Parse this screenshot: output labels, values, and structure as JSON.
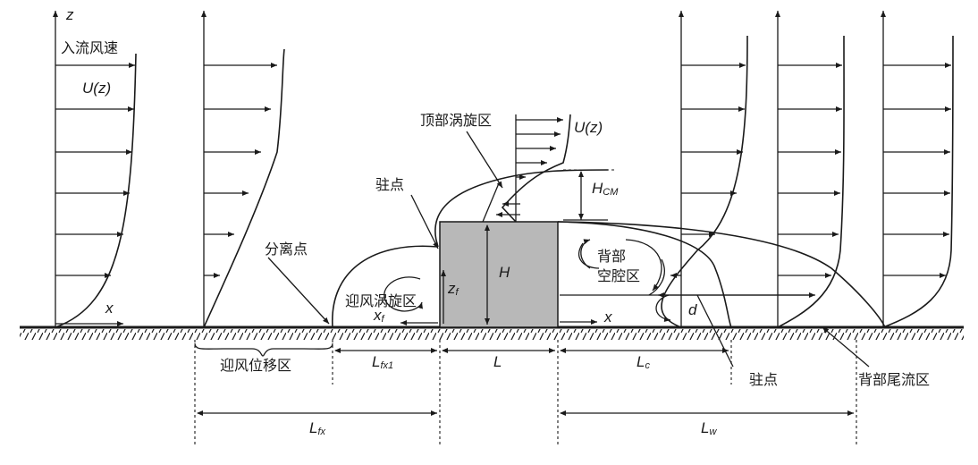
{
  "labels": {
    "axis_z": "z",
    "axis_x_left": "x",
    "axis_x_right": "x",
    "inflow_speed": "入流风速",
    "uz_left": "U(z)",
    "uz_top": "U(z)",
    "roof_vortex": "顶部涡旋区",
    "stagnation_top": "驻点",
    "separation_point": "分离点",
    "windward_vortex": "迎风涡旋区",
    "back_cavity_1": "背部",
    "back_cavity_2": "空腔区",
    "stagnation_bottom": "驻点",
    "back_wake": "背部尾流区",
    "windward_displacement": "迎风位移区",
    "H": "H",
    "H_cm_main": "H",
    "H_cm_sub": "CM",
    "z_f_main": "z",
    "z_f_sub": "f",
    "x_f_main": "x",
    "x_f_sub": "f",
    "d": "d",
    "L": "L",
    "L_fx1_main": "L",
    "L_fx1_sub": "fx1",
    "L_c_main": "L",
    "L_c_sub": "c",
    "L_fx_main": "L",
    "L_fx_sub": "fx",
    "L_w_main": "L",
    "L_w_sub": "w"
  },
  "colors": {
    "building_fill": "#b8b8b8",
    "line": "#1a1a1a"
  }
}
